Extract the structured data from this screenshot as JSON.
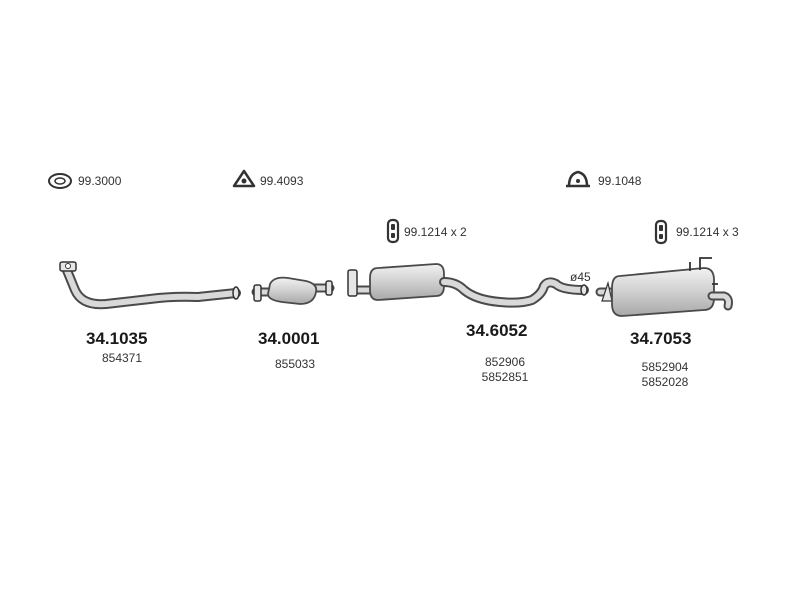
{
  "accessories": {
    "ring_gasket": {
      "code": "99.3000",
      "icon": "ring-gasket-icon"
    },
    "triangle_flange_gasket": {
      "code": "99.4093",
      "icon": "triangle-gasket-icon"
    },
    "clamp": {
      "code": "99.1048",
      "icon": "clamp-icon"
    },
    "hanger_middle": {
      "code": "99.1214 x 2",
      "icon": "rubber-hanger-icon"
    },
    "hanger_rear": {
      "code": "99.1214 x 3",
      "icon": "rubber-hanger-icon"
    }
  },
  "parts": [
    {
      "code": "34.1035",
      "oem": [
        "854371"
      ]
    },
    {
      "code": "34.0001",
      "oem": [
        "855033"
      ]
    },
    {
      "code": "34.6052",
      "oem": [
        "852906",
        "5852851"
      ]
    },
    {
      "code": "34.7053",
      "oem": [
        "5852904",
        "5852028"
      ]
    }
  ],
  "dimension": {
    "diameter": "ø45"
  },
  "colors": {
    "part_fill": "#d4d4d4",
    "part_stroke": "#4a4a4a"
  }
}
